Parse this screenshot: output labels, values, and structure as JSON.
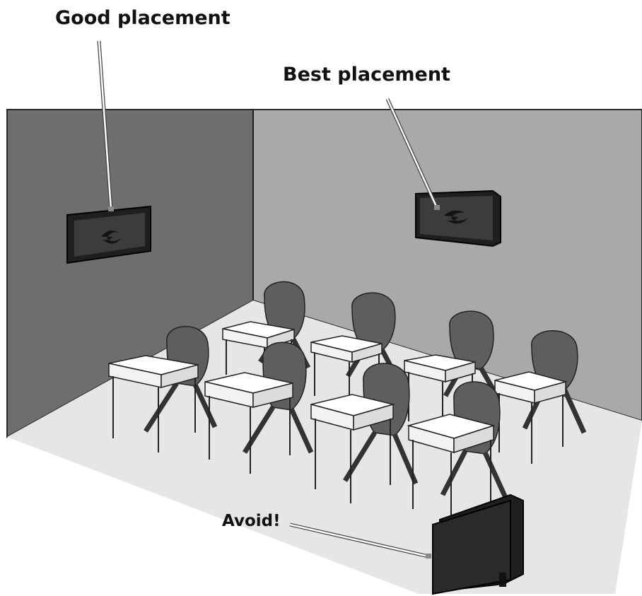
{
  "labels": {
    "good": "Good placement",
    "best": "Best placement",
    "avoid": "Avoid!"
  },
  "colors": {
    "left_wall": "#6e6e6e",
    "back_wall": "#a9a9a9",
    "floor": "#e6e6e6",
    "chair": "#5e5e5e",
    "desk_top": "#ffffff",
    "speaker": "#1f1f1f",
    "speaker_screen": "#3c3c3c"
  },
  "icons": [
    "speaker-logo-icon"
  ]
}
